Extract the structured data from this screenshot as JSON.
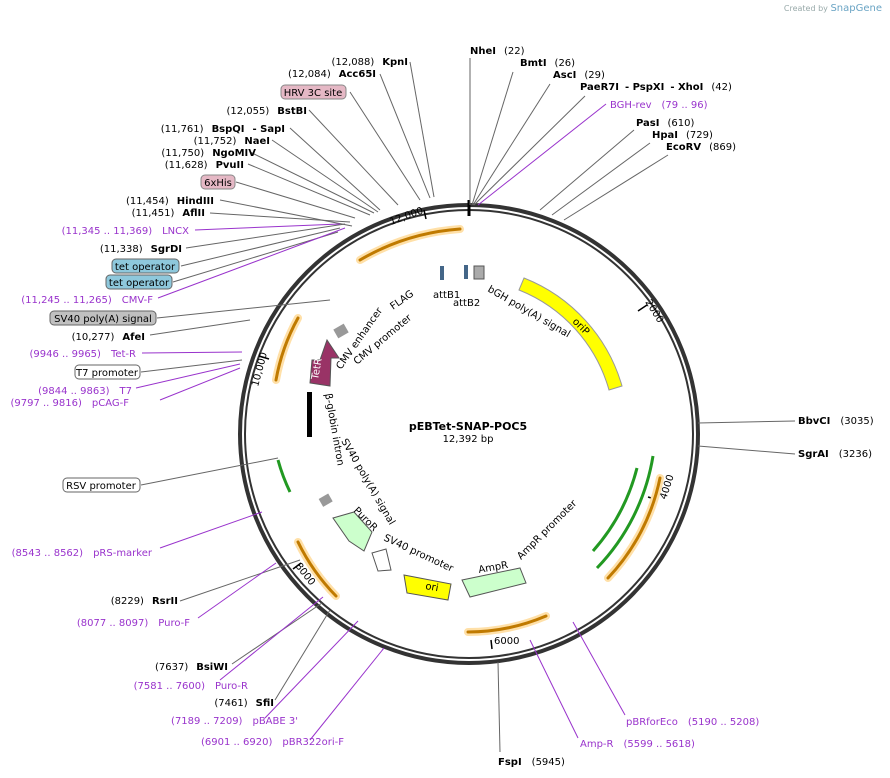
{
  "brand": {
    "created_by": "Created by",
    "app": "SnapGene"
  },
  "plasmid": {
    "name": "pEBTet-SNAP-POC5",
    "length_text": "12,392 bp"
  },
  "tick_labels": [
    "2000",
    "4000",
    "6000",
    "8000",
    "10,000",
    "12,000"
  ],
  "enzymes": [
    {
      "name": "NheI",
      "pos": "(22)"
    },
    {
      "name": "BmtI",
      "pos": "(26)"
    },
    {
      "name": "AscI",
      "pos": "(29)"
    },
    {
      "name": "PaeR7I",
      "pos": ""
    },
    {
      "name": "- PspXI",
      "pos": ""
    },
    {
      "name": "- XhoI",
      "pos": "(42)"
    },
    {
      "name": "PasI",
      "pos": "(610)"
    },
    {
      "name": "HpaI",
      "pos": "(729)"
    },
    {
      "name": "EcoRV",
      "pos": "(869)"
    },
    {
      "name": "BbvCI",
      "pos": "(3035)"
    },
    {
      "name": "SgrAI",
      "pos": "(3236)"
    },
    {
      "name": "FspI",
      "pos": "(5945)"
    },
    {
      "name": "SfiI",
      "pos": "(7461)"
    },
    {
      "name": "BsiWI",
      "pos": "(7637)"
    },
    {
      "name": "RsrII",
      "pos": "(8229)"
    },
    {
      "name": "AfeI",
      "pos": "(10,277)"
    },
    {
      "name": "SgrDI",
      "pos": "(11,338)"
    },
    {
      "name": "AflII",
      "pos": "(11,451)"
    },
    {
      "name": "HindIII",
      "pos": "(11,454)"
    },
    {
      "name": "PvuII",
      "pos": "(11,628)"
    },
    {
      "name": "NgoMIV",
      "pos": "(11,750)"
    },
    {
      "name": "NaeI",
      "pos": "(11,752)"
    },
    {
      "name": "BspQI",
      "pos": "(11,761)"
    },
    {
      "name": "- SapI",
      "pos": ""
    },
    {
      "name": "BstBI",
      "pos": "(12,055)"
    },
    {
      "name": "Acc65I",
      "pos": "(12,084)"
    },
    {
      "name": "KpnI",
      "pos": "(12,088)"
    }
  ],
  "primers": [
    {
      "name": "BGH-rev",
      "range": "(79 .. 96)"
    },
    {
      "name": "pBRforEco",
      "range": "(5190 .. 5208)"
    },
    {
      "name": "Amp-R",
      "range": "(5599 .. 5618)"
    },
    {
      "name": "pBR322ori-F",
      "range": "(6901 .. 6920)"
    },
    {
      "name": "pBABE 3'",
      "range": "(7189 .. 7209)"
    },
    {
      "name": "Puro-R",
      "range": "(7581 .. 7600)"
    },
    {
      "name": "Puro-F",
      "range": "(8077 .. 8097)"
    },
    {
      "name": "pRS-marker",
      "range": "(8543 .. 8562)"
    },
    {
      "name": "pCAG-F",
      "range": "(9797 .. 9816)"
    },
    {
      "name": "T7",
      "range": "(9844 .. 9863)"
    },
    {
      "name": "Tet-R",
      "range": "(9946 .. 9965)"
    },
    {
      "name": "CMV-F",
      "range": "(11,245 .. 11,265)"
    },
    {
      "name": "LNCX",
      "range": "(11,345 .. 11,369)"
    }
  ],
  "boxed_features": [
    "HRV 3C site",
    "6xHis",
    "tet operator",
    "tet operator",
    "SV40 poly(A) signal",
    "T7 promoter",
    "RSV promoter"
  ],
  "inner_labels": [
    "attB1",
    "attB2",
    "bGH poly(A) signal",
    "oriP",
    "FLAG",
    "CMV enhancer",
    "CMV promoter",
    "TetR",
    "β-globin intron",
    "SV40 poly(A) signal",
    "PuroR",
    "SV40 promoter",
    "ori",
    "AmpR",
    "AmpR promoter"
  ],
  "colors": {
    "backbone": "#333333",
    "primer": "#9933cc",
    "orf": "#ffa500",
    "orip": "#ffff00",
    "tetr": "#993366",
    "green": "#33aa33",
    "amp": "#ccffcc"
  }
}
